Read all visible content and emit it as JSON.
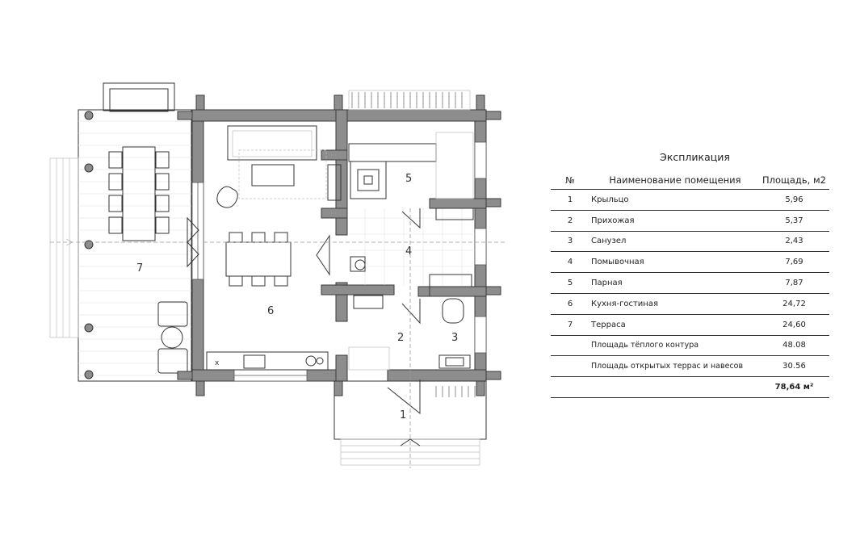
{
  "explication": {
    "title": "Экспликация",
    "headers": {
      "num": "№",
      "name": "Наименование помещения",
      "area": "Площадь, м2"
    },
    "rooms": [
      {
        "num": "1",
        "name": "Крыльцо",
        "area": "5,96"
      },
      {
        "num": "2",
        "name": "Прихожая",
        "area": "5,37"
      },
      {
        "num": "3",
        "name": "Санузел",
        "area": "2,43"
      },
      {
        "num": "4",
        "name": "Помывочная",
        "area": "7,69"
      },
      {
        "num": "5",
        "name": "Парная",
        "area": "7,87"
      },
      {
        "num": "6",
        "name": "Кухня-гостиная",
        "area": "24,72"
      },
      {
        "num": "7",
        "name": "Терраса",
        "area": "24,60"
      }
    ],
    "warm_area": {
      "label": "Площадь тёплого контура",
      "value": "48.08"
    },
    "open_area": {
      "label": "Площадь открытых террас и навесов",
      "value": "30.56"
    },
    "total": {
      "value": "78,64 м²"
    }
  },
  "plan": {
    "room_labels": [
      "1",
      "2",
      "3",
      "4",
      "5",
      "6",
      "7"
    ],
    "stove_mark": "x"
  }
}
